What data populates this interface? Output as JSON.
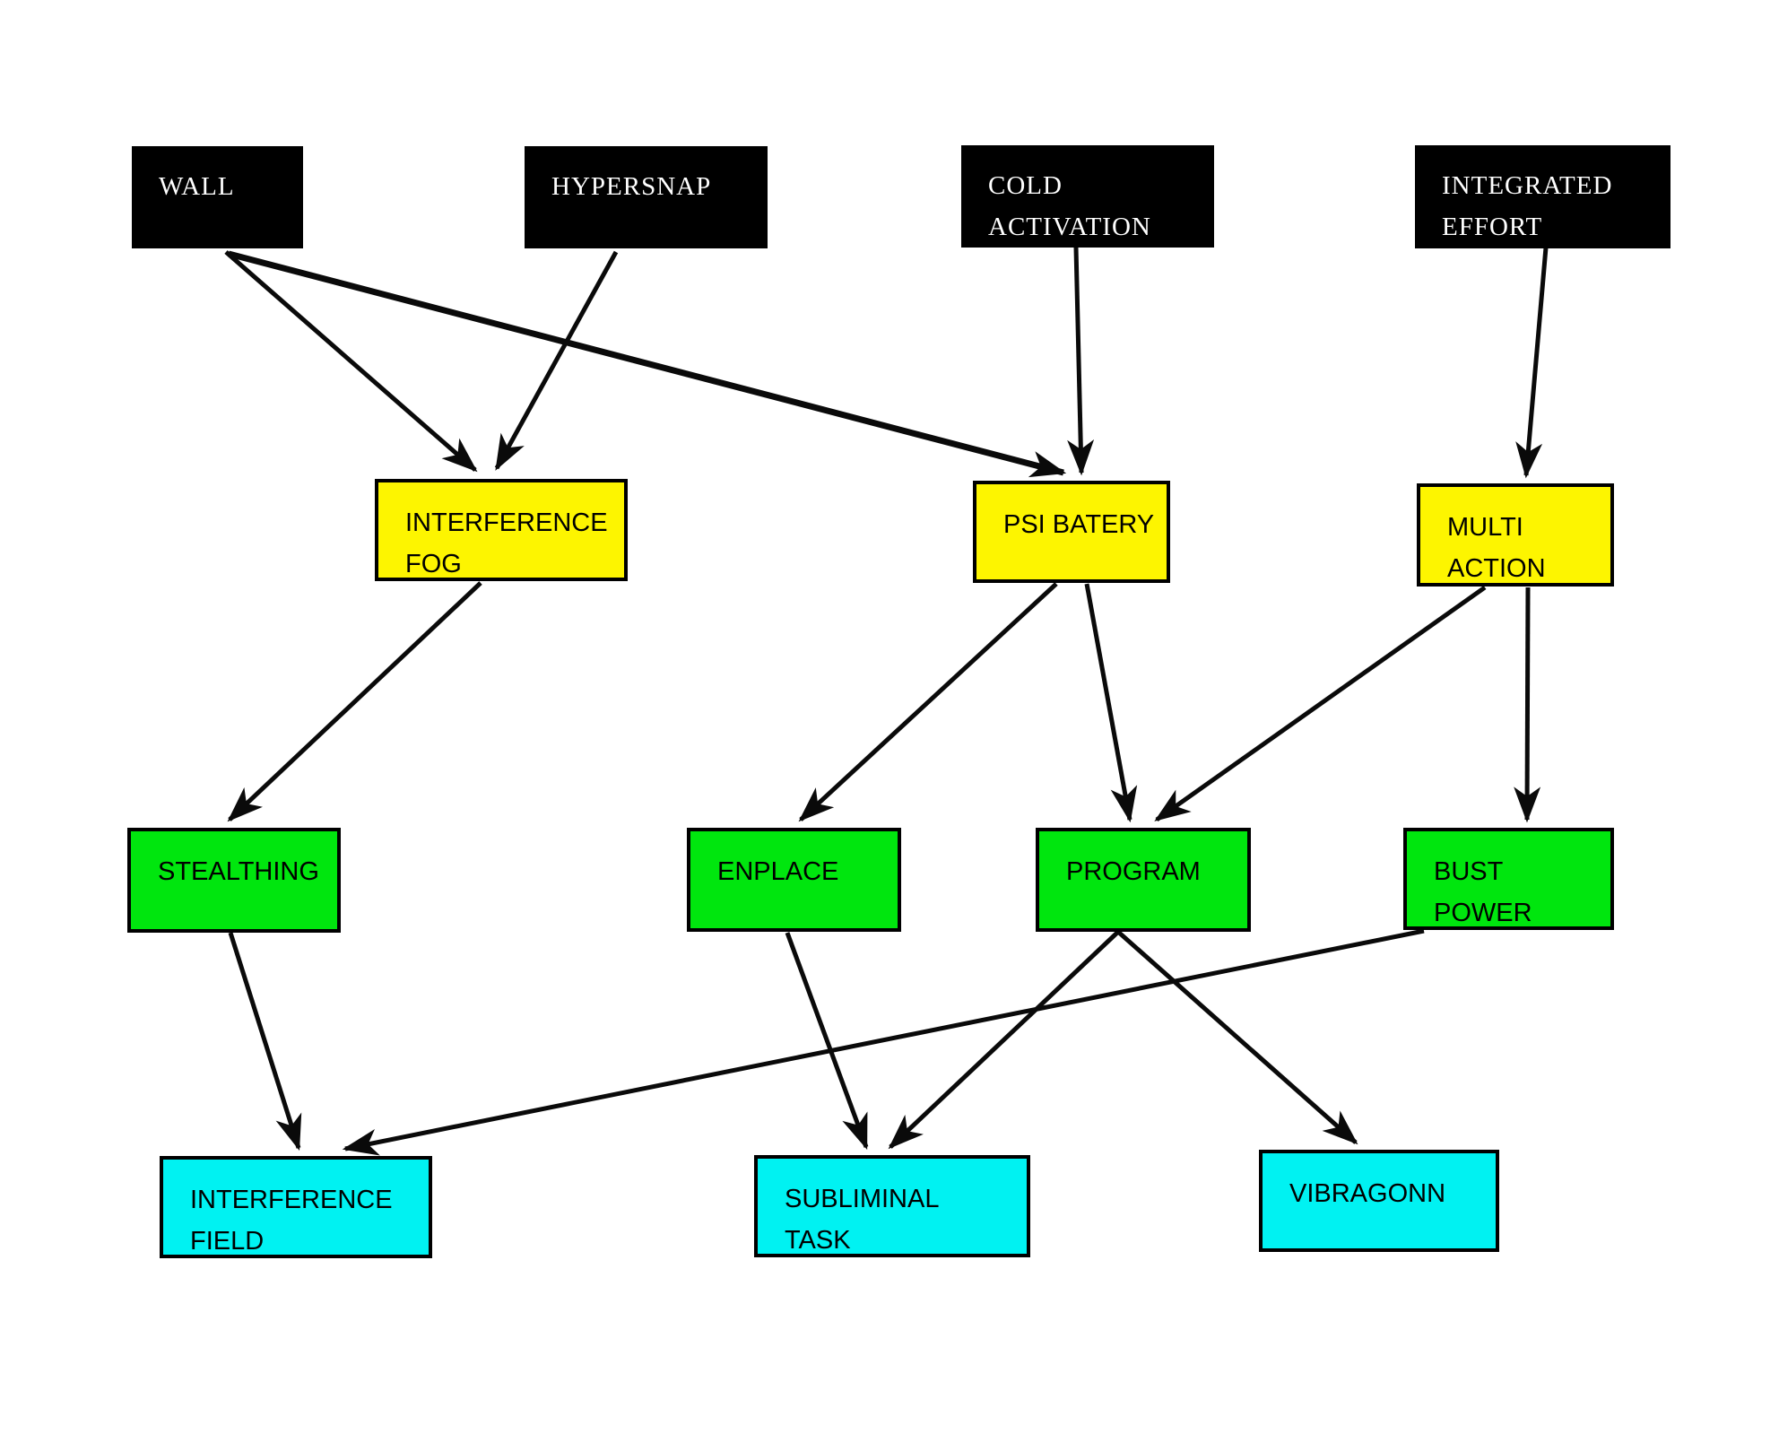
{
  "title": "ability-flowchart",
  "colors": {
    "background": "#ffffff",
    "black_box": "#000000",
    "yellow_box": "#fdf500",
    "green_box": "#00e60e",
    "cyan_box": "#00f2f2",
    "line": "#0a0a0a",
    "box_border": "#000000",
    "black_box_text": "#ffffff",
    "colored_box_text": "#000000"
  },
  "nodes": {
    "wall": {
      "line1": "WALL",
      "line2": ""
    },
    "hypersnap": {
      "line1": "HYPERSNAP",
      "line2": ""
    },
    "cold_activation": {
      "line1": "COLD",
      "line2": "ACTIVATION"
    },
    "integrated_effort": {
      "line1": "INTEGRATED",
      "line2": "EFFORT"
    },
    "interference_fog": {
      "line1": "INTERFERENCE",
      "line2": "FOG"
    },
    "psi_batery": {
      "line1": "PSI BATERY",
      "line2": ""
    },
    "multi_action": {
      "line1": "MULTI",
      "line2": "ACTION"
    },
    "stealthing": {
      "line1": "STEALTHING",
      "line2": ""
    },
    "enplace": {
      "line1": "ENPLACE",
      "line2": ""
    },
    "program": {
      "line1": "PROGRAM",
      "line2": ""
    },
    "bust_power": {
      "line1": "BUST",
      "line2": "POWER"
    },
    "interference_field": {
      "line1": "INTERFERENCE",
      "line2": "FIELD"
    },
    "subliminal_task": {
      "line1": "SUBLIMINAL",
      "line2": "TASK"
    },
    "vibragonn": {
      "line1": "VIBRAGONN",
      "line2": ""
    }
  },
  "edges": [
    {
      "from": "wall",
      "to": "interference_fog"
    },
    {
      "from": "hypersnap",
      "to": "interference_fog"
    },
    {
      "from": "wall",
      "to": "psi_batery"
    },
    {
      "from": "cold_activation",
      "to": "psi_batery"
    },
    {
      "from": "integrated_effort",
      "to": "multi_action"
    },
    {
      "from": "interference_fog",
      "to": "stealthing"
    },
    {
      "from": "psi_batery",
      "to": "enplace"
    },
    {
      "from": "psi_batery",
      "to": "program"
    },
    {
      "from": "multi_action",
      "to": "program"
    },
    {
      "from": "multi_action",
      "to": "bust_power"
    },
    {
      "from": "stealthing",
      "to": "interference_field"
    },
    {
      "from": "bust_power",
      "to": "interference_field"
    },
    {
      "from": "enplace",
      "to": "subliminal_task"
    },
    {
      "from": "program",
      "to": "subliminal_task"
    },
    {
      "from": "program",
      "to": "vibragonn"
    }
  ]
}
